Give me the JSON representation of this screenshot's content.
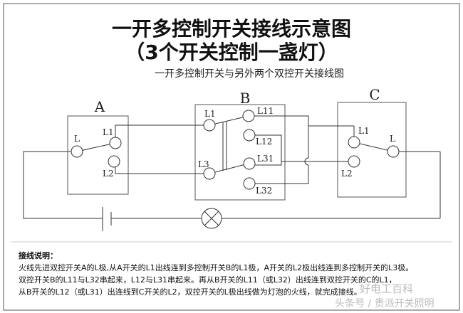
{
  "title": "一开多控制开关接线示意图",
  "subtitle": "（3个开关控制一盏灯）",
  "caption": "一开多控制开关与另外两个双控开关接线图",
  "switches": {
    "A": {
      "name": "A",
      "terminals": [
        "L",
        "L1",
        "L2"
      ]
    },
    "B": {
      "name": "B",
      "terminals": [
        "L1",
        "L3",
        "L11",
        "L12",
        "L31",
        "L32"
      ]
    },
    "C": {
      "name": "C",
      "terminals": [
        "L1",
        "L2",
        "L"
      ]
    }
  },
  "notes": {
    "heading": "接线说明：",
    "lines": [
      "火线先进双控开关A的L极,从A开关的L1出线连到多控制开关B的L1极，A开关的L2极出线连到多控制开关的L3极。",
      "双控开关B的L11与L32串起来，L12与L31串起来。再从B开关的L11（或L32）出线连到双控开关的C的L1，",
      "从B开关的L12（或L31）出连线到C开关的L2，双控开关的L极出线做为灯泡的火线，就完成接线。"
    ]
  },
  "watermark": {
    "line1": "好电工百科",
    "line2": "头条号 / 贵派开关照明"
  }
}
